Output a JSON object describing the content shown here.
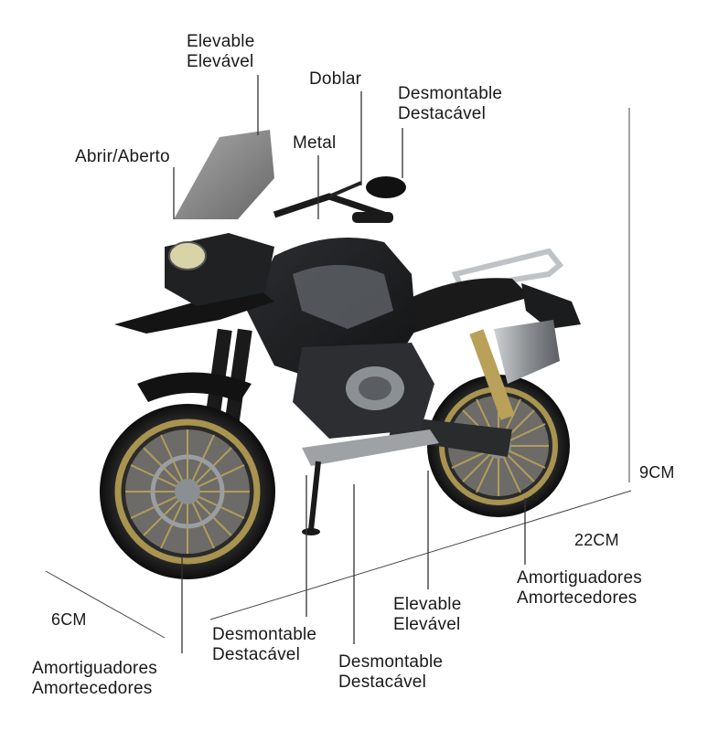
{
  "labels": {
    "top_elevable": {
      "es": "Elevable",
      "pt": "Elevável"
    },
    "doblar": "Doblar",
    "top_desmontable": {
      "es": "Desmontable",
      "pt": "Destacável"
    },
    "metal": "Metal",
    "abrir": "Abrir/Aberto",
    "shock_front": {
      "es": "Amortiguadores",
      "pt": "Amortecedores"
    },
    "shock_rear": {
      "es": "Amortiguadores",
      "pt": "Amortecedores"
    },
    "bottom_elevable": {
      "es": "Elevable",
      "pt": "Elevável"
    },
    "bottom_desmontable_left": {
      "es": "Desmontable",
      "pt": "Destacável"
    },
    "bottom_desmontable_mid": {
      "es": "Desmontable",
      "pt": "Destacável"
    }
  },
  "dimensions": {
    "height": "9CM",
    "length": "22CM",
    "width": "6CM"
  },
  "colors": {
    "body": "#1c1d1f",
    "body_gray": "#6b6f74",
    "rim_gold": "#a8934f",
    "tire": "#141414",
    "lines": "#333333"
  }
}
